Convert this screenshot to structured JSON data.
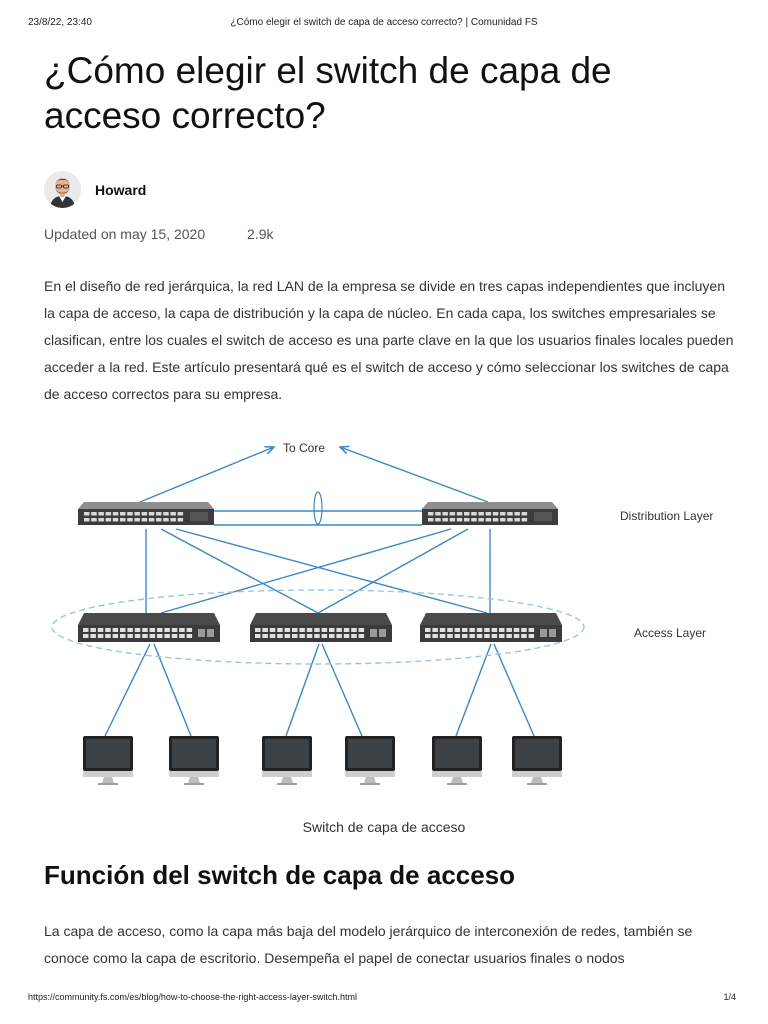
{
  "print_header": {
    "date": "23/8/22, 23:40",
    "doc_title": "¿Cómo elegir el switch de capa de acceso correcto? | Comunidad FS"
  },
  "article": {
    "title": "¿Cómo elegir el switch de capa de acceso correcto?",
    "author": "Howard",
    "updated": "Updated on may 15, 2020",
    "views": "2.9k",
    "intro": "En el diseño de red jerárquica, la red LAN de la empresa se divide en tres capas independientes que incluyen la capa de acceso, la capa de distribución y la capa de núcleo. En cada capa, los switches empresariales se clasifican, entre los cuales el switch de acceso es una parte clave en la que los usuarios finales locales pueden acceder a la red. Este artículo presentará qué es el switch de acceso y cómo seleccionar los switches de capa de acceso correctos para su empresa.",
    "figure": {
      "to_core": "To Core",
      "distribution_layer": "Distribution Layer",
      "access_layer": "Access Layer",
      "caption": "Switch de capa de acceso"
    },
    "section_heading": "Función del switch de capa de acceso",
    "section_text": "La capa de acceso, como la capa más baja del modelo jerárquico de interconexión de redes, también se conoce como la capa de escritorio. Desempeña el papel de conectar usuarios finales o nodos"
  },
  "print_footer": {
    "url": "https://community.fs.com/es/blog/how-to-choose-the-right-access-layer-switch.html",
    "page": "1/4"
  },
  "colors": {
    "link_line": "#3b87c7",
    "switch_body": "#3c3c3c",
    "ellipse": "#9cc3e2"
  }
}
